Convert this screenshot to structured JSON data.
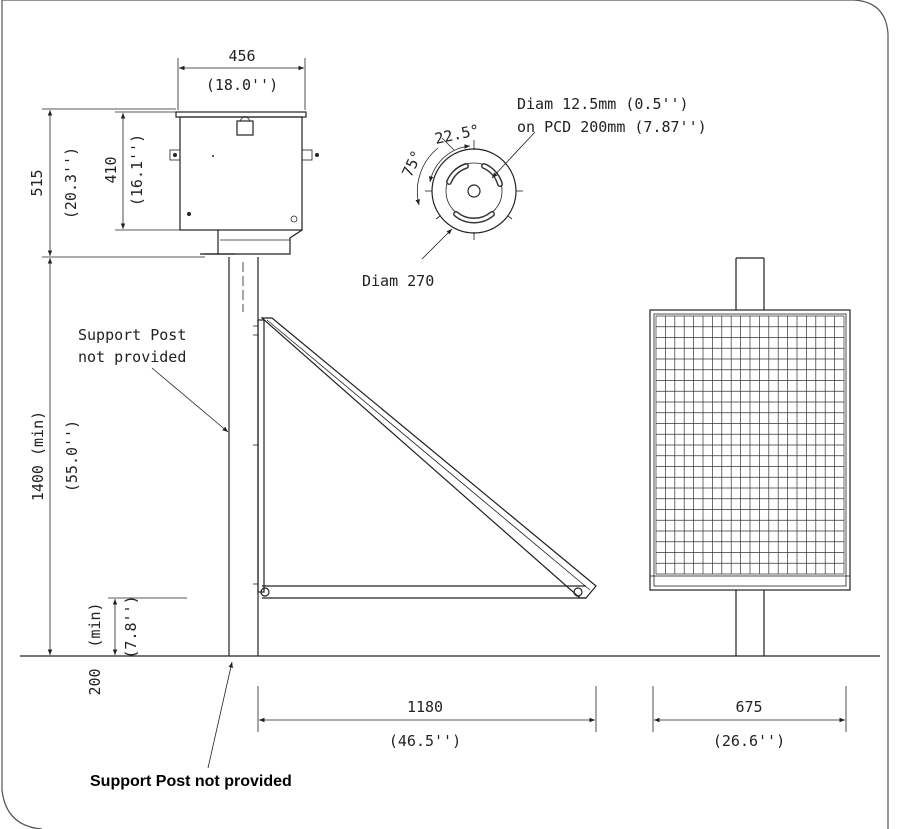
{
  "frame": {
    "border_color": "#555555"
  },
  "enclosure": {
    "width_mm": "456",
    "width_in": "(18.0'')",
    "height_mm": "410",
    "height_in": "(16.1'')",
    "overall_mm": "515",
    "overall_in": "(20.3'')"
  },
  "mounting_plate": {
    "hole_note_line1": "Diam 12.5mm (0.5'')",
    "hole_note_line2": "on PCD 200mm (7.87'')",
    "angle_a": "22.5°",
    "angle_b": "75°",
    "plate_diameter": "Diam 270"
  },
  "post": {
    "height_mm": "1400 (min)",
    "height_in": "(55.0'')",
    "burial_mm": "200",
    "burial_min": "(min)",
    "burial_in": "(7.8'')",
    "note_line1": "Support Post",
    "note_line2": "not provided",
    "bold_note": "Support Post not provided"
  },
  "solar_frame": {
    "depth_mm": "1180",
    "depth_in": "(46.5'')"
  },
  "solar_panel": {
    "width_mm": "675",
    "width_in": "(26.6'')"
  }
}
